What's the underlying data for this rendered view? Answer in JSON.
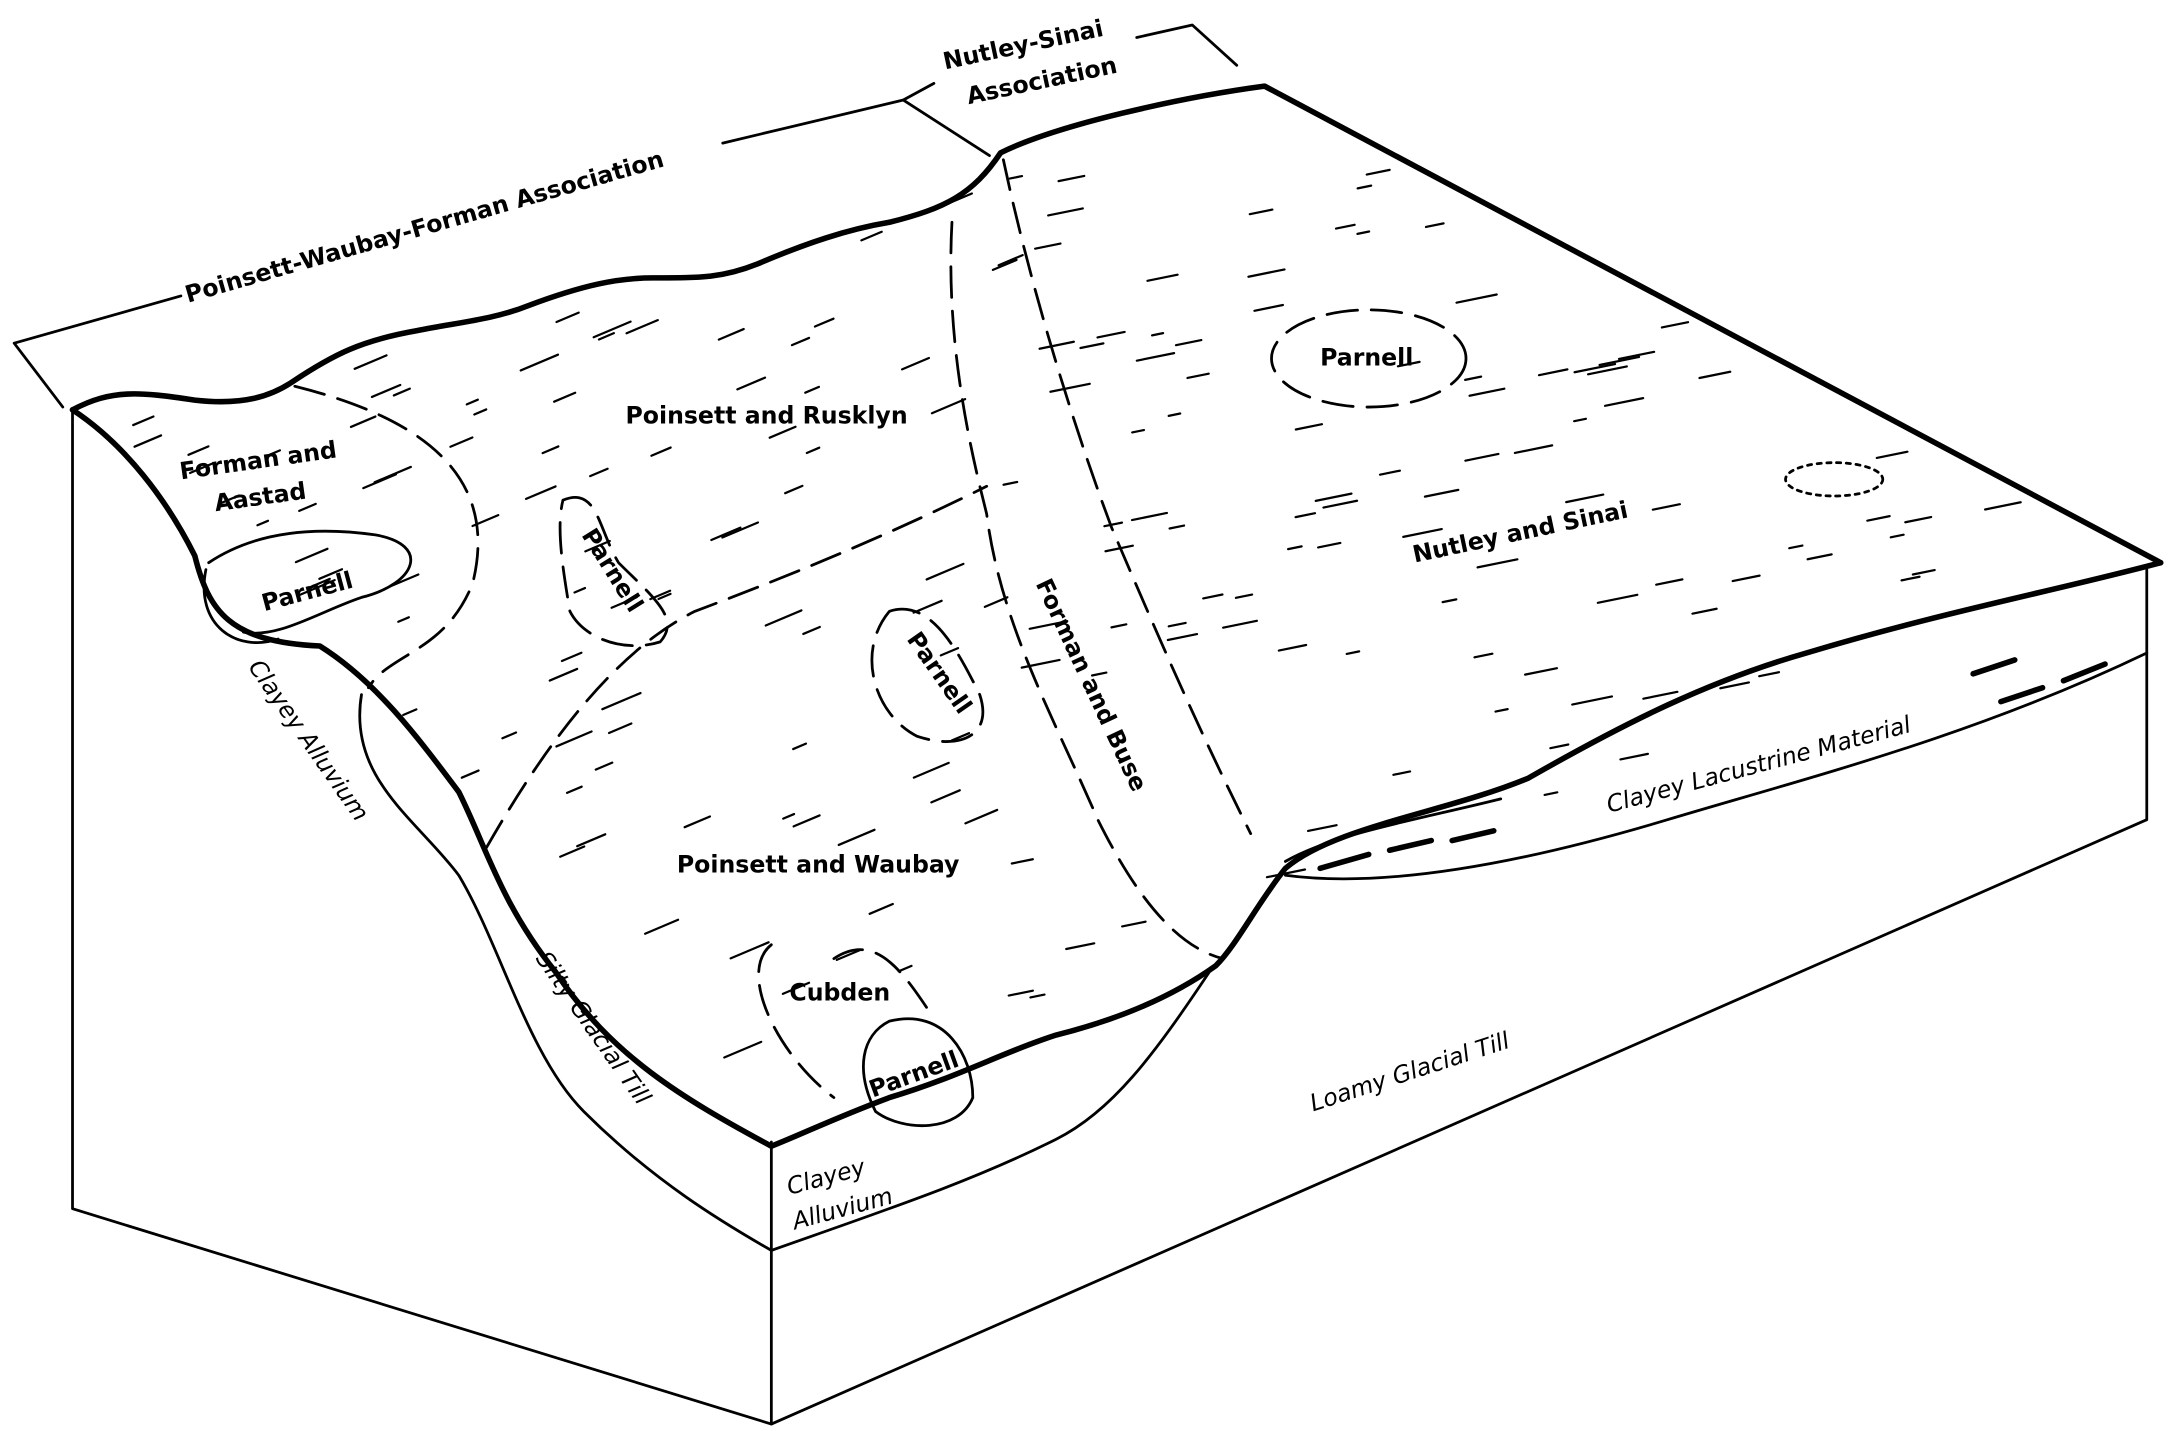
{
  "diagram": {
    "associations": {
      "left": "Poinsett-Waubay-Forman Association",
      "right_line1": "Nutley-Sinai",
      "right_line2": "Association"
    },
    "soil_labels": {
      "poinsett_rusklyn": "Poinsett and Rusklyn",
      "forman_aastad_line1": "Forman and",
      "forman_aastad_line2": "Aastad",
      "parnell": "Parnell",
      "forman_buse": "Forman and Buse",
      "nutley_sinai": "Nutley and Sinai",
      "poinsett_waubay": "Poinsett and Waubay",
      "cubden": "Cubden"
    },
    "material_labels": {
      "clayey_alluvium": "Clayey Alluvium",
      "clayey_alluvium_line1": "Clayey",
      "clayey_alluvium_line2": "Alluvium",
      "silty_glacial_till": "Silty Glacial Till",
      "loamy_glacial_till": "Loamy Glacial Till",
      "clayey_lacustrine": "Clayey Lacustrine Material"
    }
  }
}
